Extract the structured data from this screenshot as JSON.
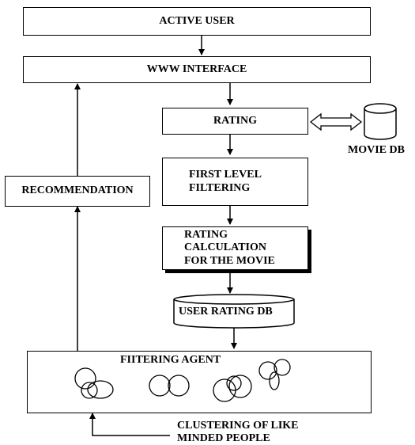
{
  "diagram": {
    "active_user": "ACTIVE USER",
    "www_interface": "WWW INTERFACE",
    "rating": "RATING",
    "movie_db": "MOVIE DB",
    "first_level_filtering": [
      "FIRST LEVEL",
      "FILTERING"
    ],
    "rating_calculation": [
      "RATING",
      "CALCULATION",
      "FOR THE MOVIE"
    ],
    "user_rating_db": "USER RATING DB",
    "recommendation": "RECOMMENDATION",
    "filtering_agent": "FIITERING AGENT",
    "clustering": [
      "CLUSTERING OF LIKE",
      "MINDED PEOPLE"
    ]
  }
}
